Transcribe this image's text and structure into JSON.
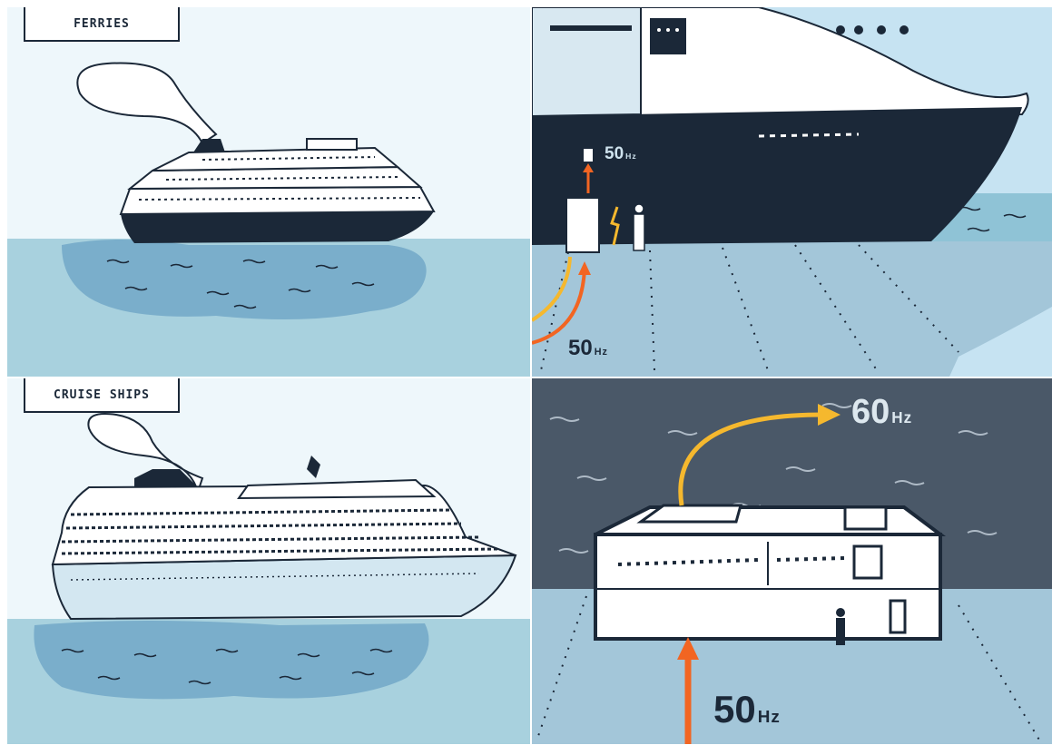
{
  "panels": {
    "ferries": {
      "label": "FERRIES"
    },
    "shore_power": {
      "ship_frequency": "50",
      "supply_frequency": "50",
      "unit": "Hz"
    },
    "cruise_ships": {
      "label": "CRUISE SHIPS"
    },
    "converter": {
      "output_frequency": "60",
      "input_frequency": "50",
      "unit": "Hz"
    }
  },
  "colors": {
    "navy": "#1b2838",
    "sea_light": "#a8d1de",
    "sea_shadow": "#7aaecb",
    "sky_light": "#eef7fb",
    "harbour_dark": "#4a5868",
    "arrow_orange": "#f26522",
    "arrow_yellow": "#f5b82e"
  }
}
